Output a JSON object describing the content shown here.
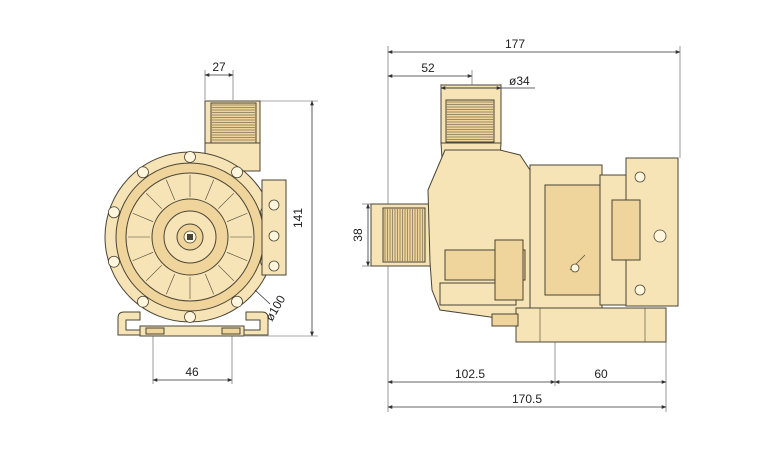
{
  "colors": {
    "body": "#f6e3b6",
    "body_dark": "#efd59c",
    "outline": "#4a4535",
    "dimension": "#333333"
  },
  "front_view": {
    "dim_inlet_offset": "27",
    "dim_height": "141",
    "dim_diameter": "ø100",
    "dim_foot_spacing": "46"
  },
  "side_view": {
    "dim_total_length": "177",
    "dim_outlet_offset": "52",
    "dim_outlet_diameter": "ø34",
    "dim_inlet_height": "38",
    "dim_base_offset": "102.5",
    "dim_base_length": "60",
    "dim_overall_base": "170.5"
  }
}
